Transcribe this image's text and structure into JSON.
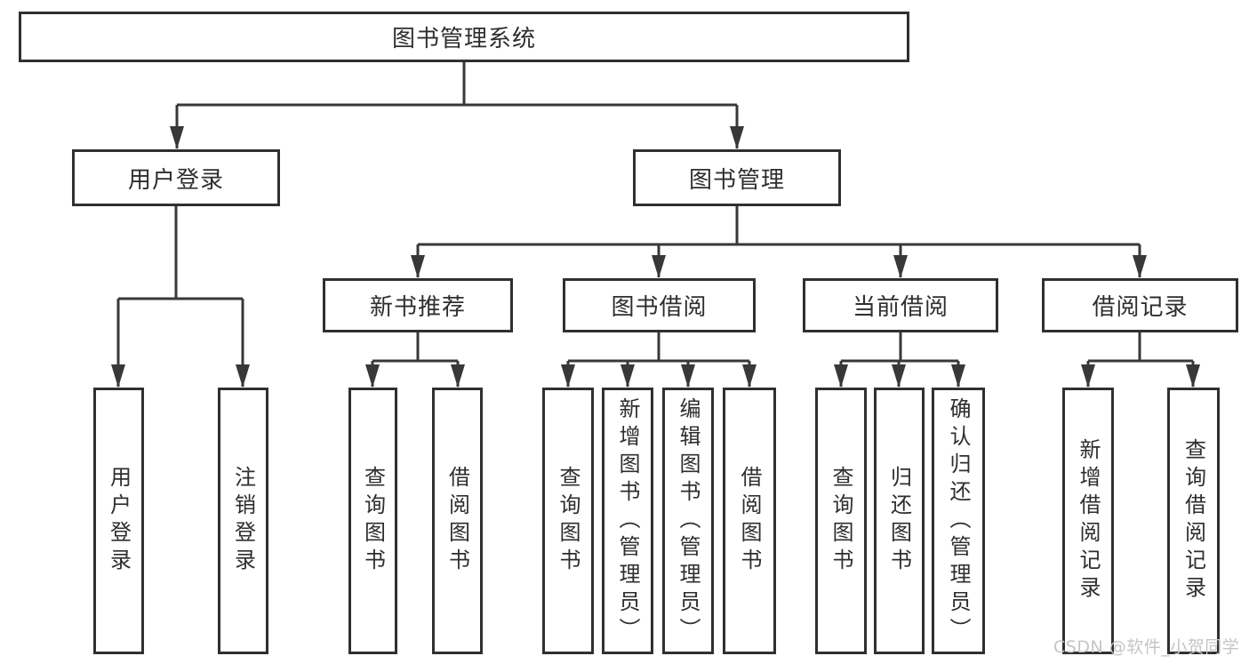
{
  "tree": {
    "label": "图书管理系统",
    "children": [
      {
        "label": "用户登录",
        "children": [
          {
            "label": "用户登录"
          },
          {
            "label": "注销登录"
          }
        ]
      },
      {
        "label": "图书管理",
        "children": [
          {
            "label": "新书推荐",
            "children": [
              {
                "label": "查询图书"
              },
              {
                "label": "借阅图书"
              }
            ]
          },
          {
            "label": "图书借阅",
            "children": [
              {
                "label": "查询图书"
              },
              {
                "label": "新增图书（管理员）"
              },
              {
                "label": "编辑图书（管理员）"
              },
              {
                "label": "借阅图书"
              }
            ]
          },
          {
            "label": "当前借阅",
            "children": [
              {
                "label": "查询图书"
              },
              {
                "label": "归还图书"
              },
              {
                "label": "确认归还（管理员）"
              }
            ]
          },
          {
            "label": "借阅记录",
            "children": [
              {
                "label": "新增借阅记录"
              },
              {
                "label": "查询借阅记录"
              }
            ]
          }
        ]
      }
    ]
  },
  "watermark": {
    "text": "CSDN @软件_小贺同学"
  },
  "colors": {
    "line": "#383838",
    "box_border": "#303030",
    "text": "#2e2e2e",
    "watermark": "#c5c5c5",
    "background": "#ffffff"
  }
}
